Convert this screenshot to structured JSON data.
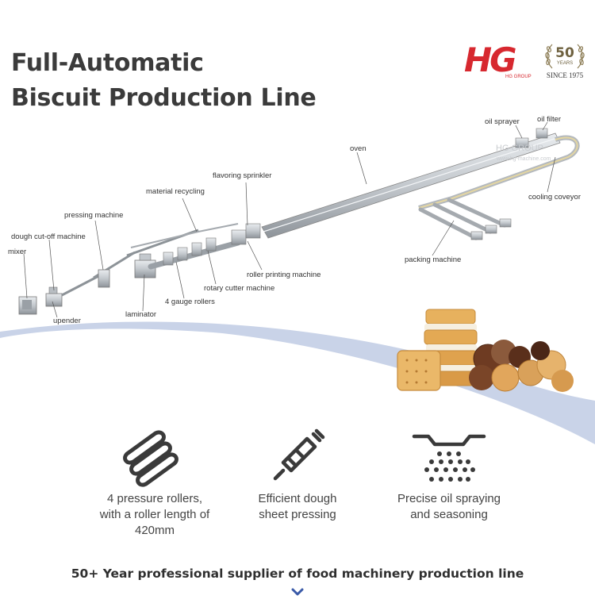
{
  "title": {
    "line1": "Full-Automatic",
    "line2": "Biscuit Production Line"
  },
  "brand": {
    "logo_text": "HG",
    "logo_subtext": "HG GROUP",
    "anniversary_number": "50",
    "anniversary_word": "YEARS",
    "since": "SINCE 1975",
    "watermark_group": "HG GROUP",
    "watermark_site": "www.hg-machine.com",
    "logo_color": "#d7282f"
  },
  "diagram_labels": {
    "mixer": "mixer",
    "dough_cutoff": "dough cut-off machine",
    "pressing": "pressing machine",
    "material_recycling": "material recycling",
    "flavoring": "flavoring sprinkler",
    "oven": "oven",
    "oil_sprayer": "oil sprayer",
    "oil_filter": "oil filter",
    "cooling": "cooling coveyor",
    "packing": "packing machine",
    "roller_printing": "roller printing machine",
    "rotary_cutter": "rotary cutter machine",
    "gauge_rollers": "4 gauge rollers",
    "laminator": "laminator",
    "upender": "upender"
  },
  "features": [
    {
      "icon": "rollers-icon",
      "lines": [
        "4 pressure rollers,",
        "with a roller length of",
        "420mm"
      ]
    },
    {
      "icon": "rolling-pin-icon",
      "lines": [
        "Efficient dough",
        "sheet pressing"
      ]
    },
    {
      "icon": "oil-spray-icon",
      "lines": [
        "Precise oil spraying",
        "and seasoning"
      ]
    }
  ],
  "tagline": "50+ Year professional supplier of food machinery production line",
  "colors": {
    "wave_blue": "#c9d3e8",
    "title": "#3b3b3b",
    "chevron": "#3a5aa8"
  }
}
